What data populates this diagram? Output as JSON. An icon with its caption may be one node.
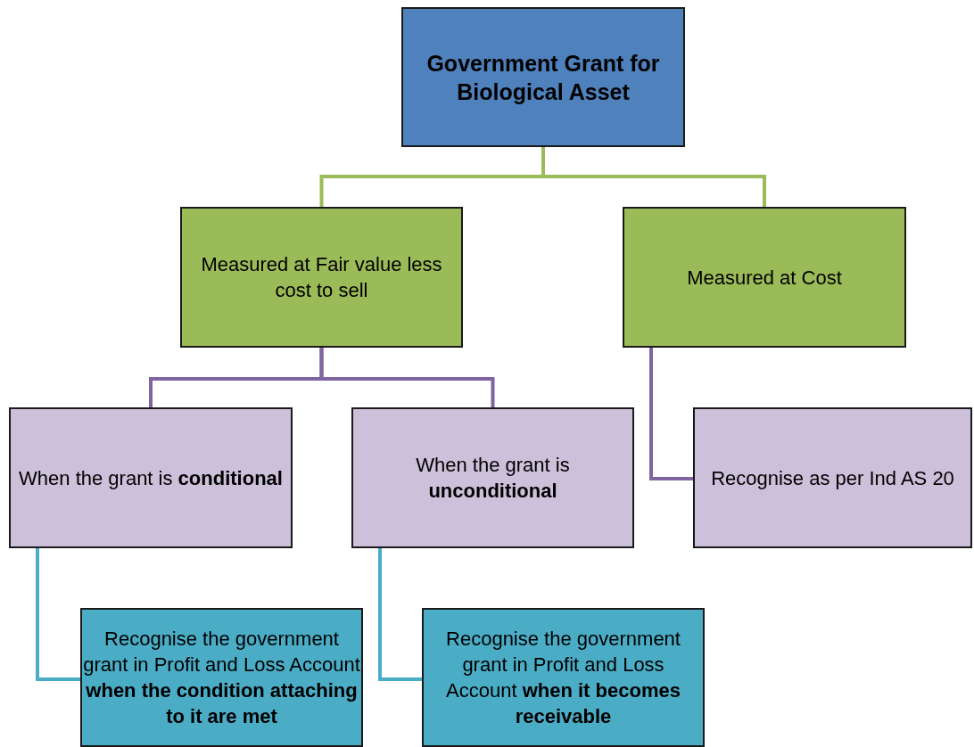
{
  "diagram": {
    "nodes": [
      {
        "text": [
          "Government Grant for Biological Asset"
        ]
      },
      {
        "text": [
          "Measured at Fair value less cost to sell"
        ]
      },
      {
        "text": [
          "Measured at Cost"
        ]
      },
      {
        "text": [
          "When the grant is **conditional**"
        ]
      },
      {
        "text": [
          "When the grant is **unconditional**"
        ]
      },
      {
        "text": [
          "Recognise as per Ind AS 20"
        ]
      },
      {
        "text": [
          "Recognise  the government grant in Profit and Loss Account **when the condition attaching to it are met**"
        ]
      },
      {
        "text": [
          "Recognise  the government grant in Profit and Loss Account **when it becomes receivable**"
        ]
      }
    ],
    "edges": [
      {
        "from": 0,
        "to": 1,
        "arrow": "none",
        "color": "#9bbb59"
      },
      {
        "from": 0,
        "to": 2,
        "arrow": "none",
        "color": "#9bbb59"
      },
      {
        "from": 1,
        "to": 3,
        "arrow": "none"
      },
      {
        "from": 1,
        "to": 4,
        "arrow": "none"
      },
      {
        "from": 2,
        "to": 5,
        "arrow": "none"
      },
      {
        "from": 3,
        "to": 6,
        "arrow": "none",
        "color": "#4bacc6"
      },
      {
        "from": 4,
        "to": 7,
        "arrow": "none",
        "color": "#4bacc6"
      }
    ]
  }
}
